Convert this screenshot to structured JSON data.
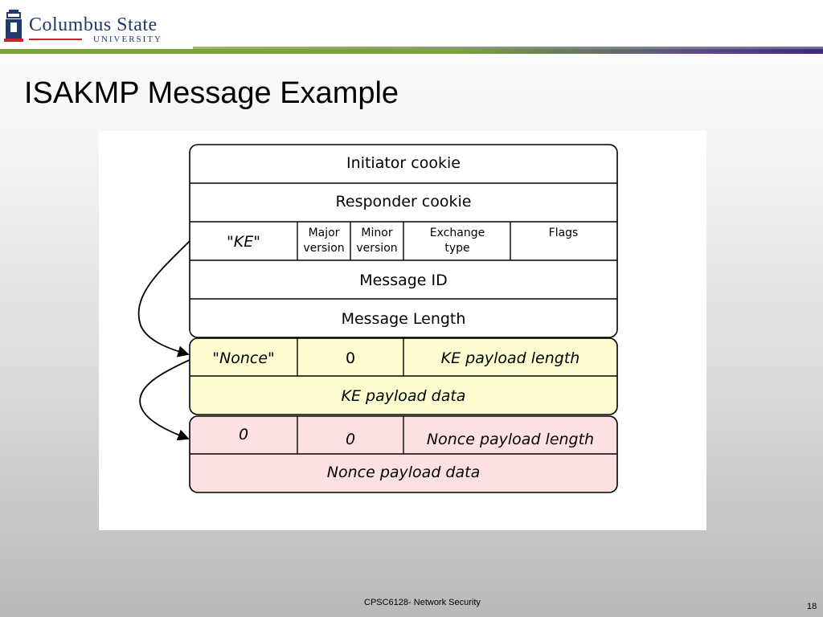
{
  "logo": {
    "line1": "Columbus State",
    "line2": "UNIVERSITY"
  },
  "slide": {
    "title": "ISAKMP Message Example"
  },
  "diagram": {
    "header_rows": [
      "Initiator cookie",
      "Responder cookie"
    ],
    "fields": {
      "next_payload": "\"KE\"",
      "major_1": "Major",
      "major_2": "version",
      "minor_1": "Minor",
      "minor_2": "version",
      "exchange_1": "Exchange",
      "exchange_2": "type",
      "flags": "Flags"
    },
    "message_id": "Message ID",
    "message_length": "Message Length",
    "ke_payload": {
      "next": "\"Nonce\"",
      "reserved": "0",
      "length": "KE payload length",
      "data": "KE payload data"
    },
    "nonce_payload": {
      "next": "0",
      "reserved": "0",
      "length": "Nonce payload length",
      "data": "Nonce payload data"
    },
    "colors": {
      "ke_fill": "#fefdd0",
      "nonce_fill": "#fde0e0"
    }
  },
  "footer": {
    "course": "CPSC6128- Network Security",
    "page": "18"
  }
}
